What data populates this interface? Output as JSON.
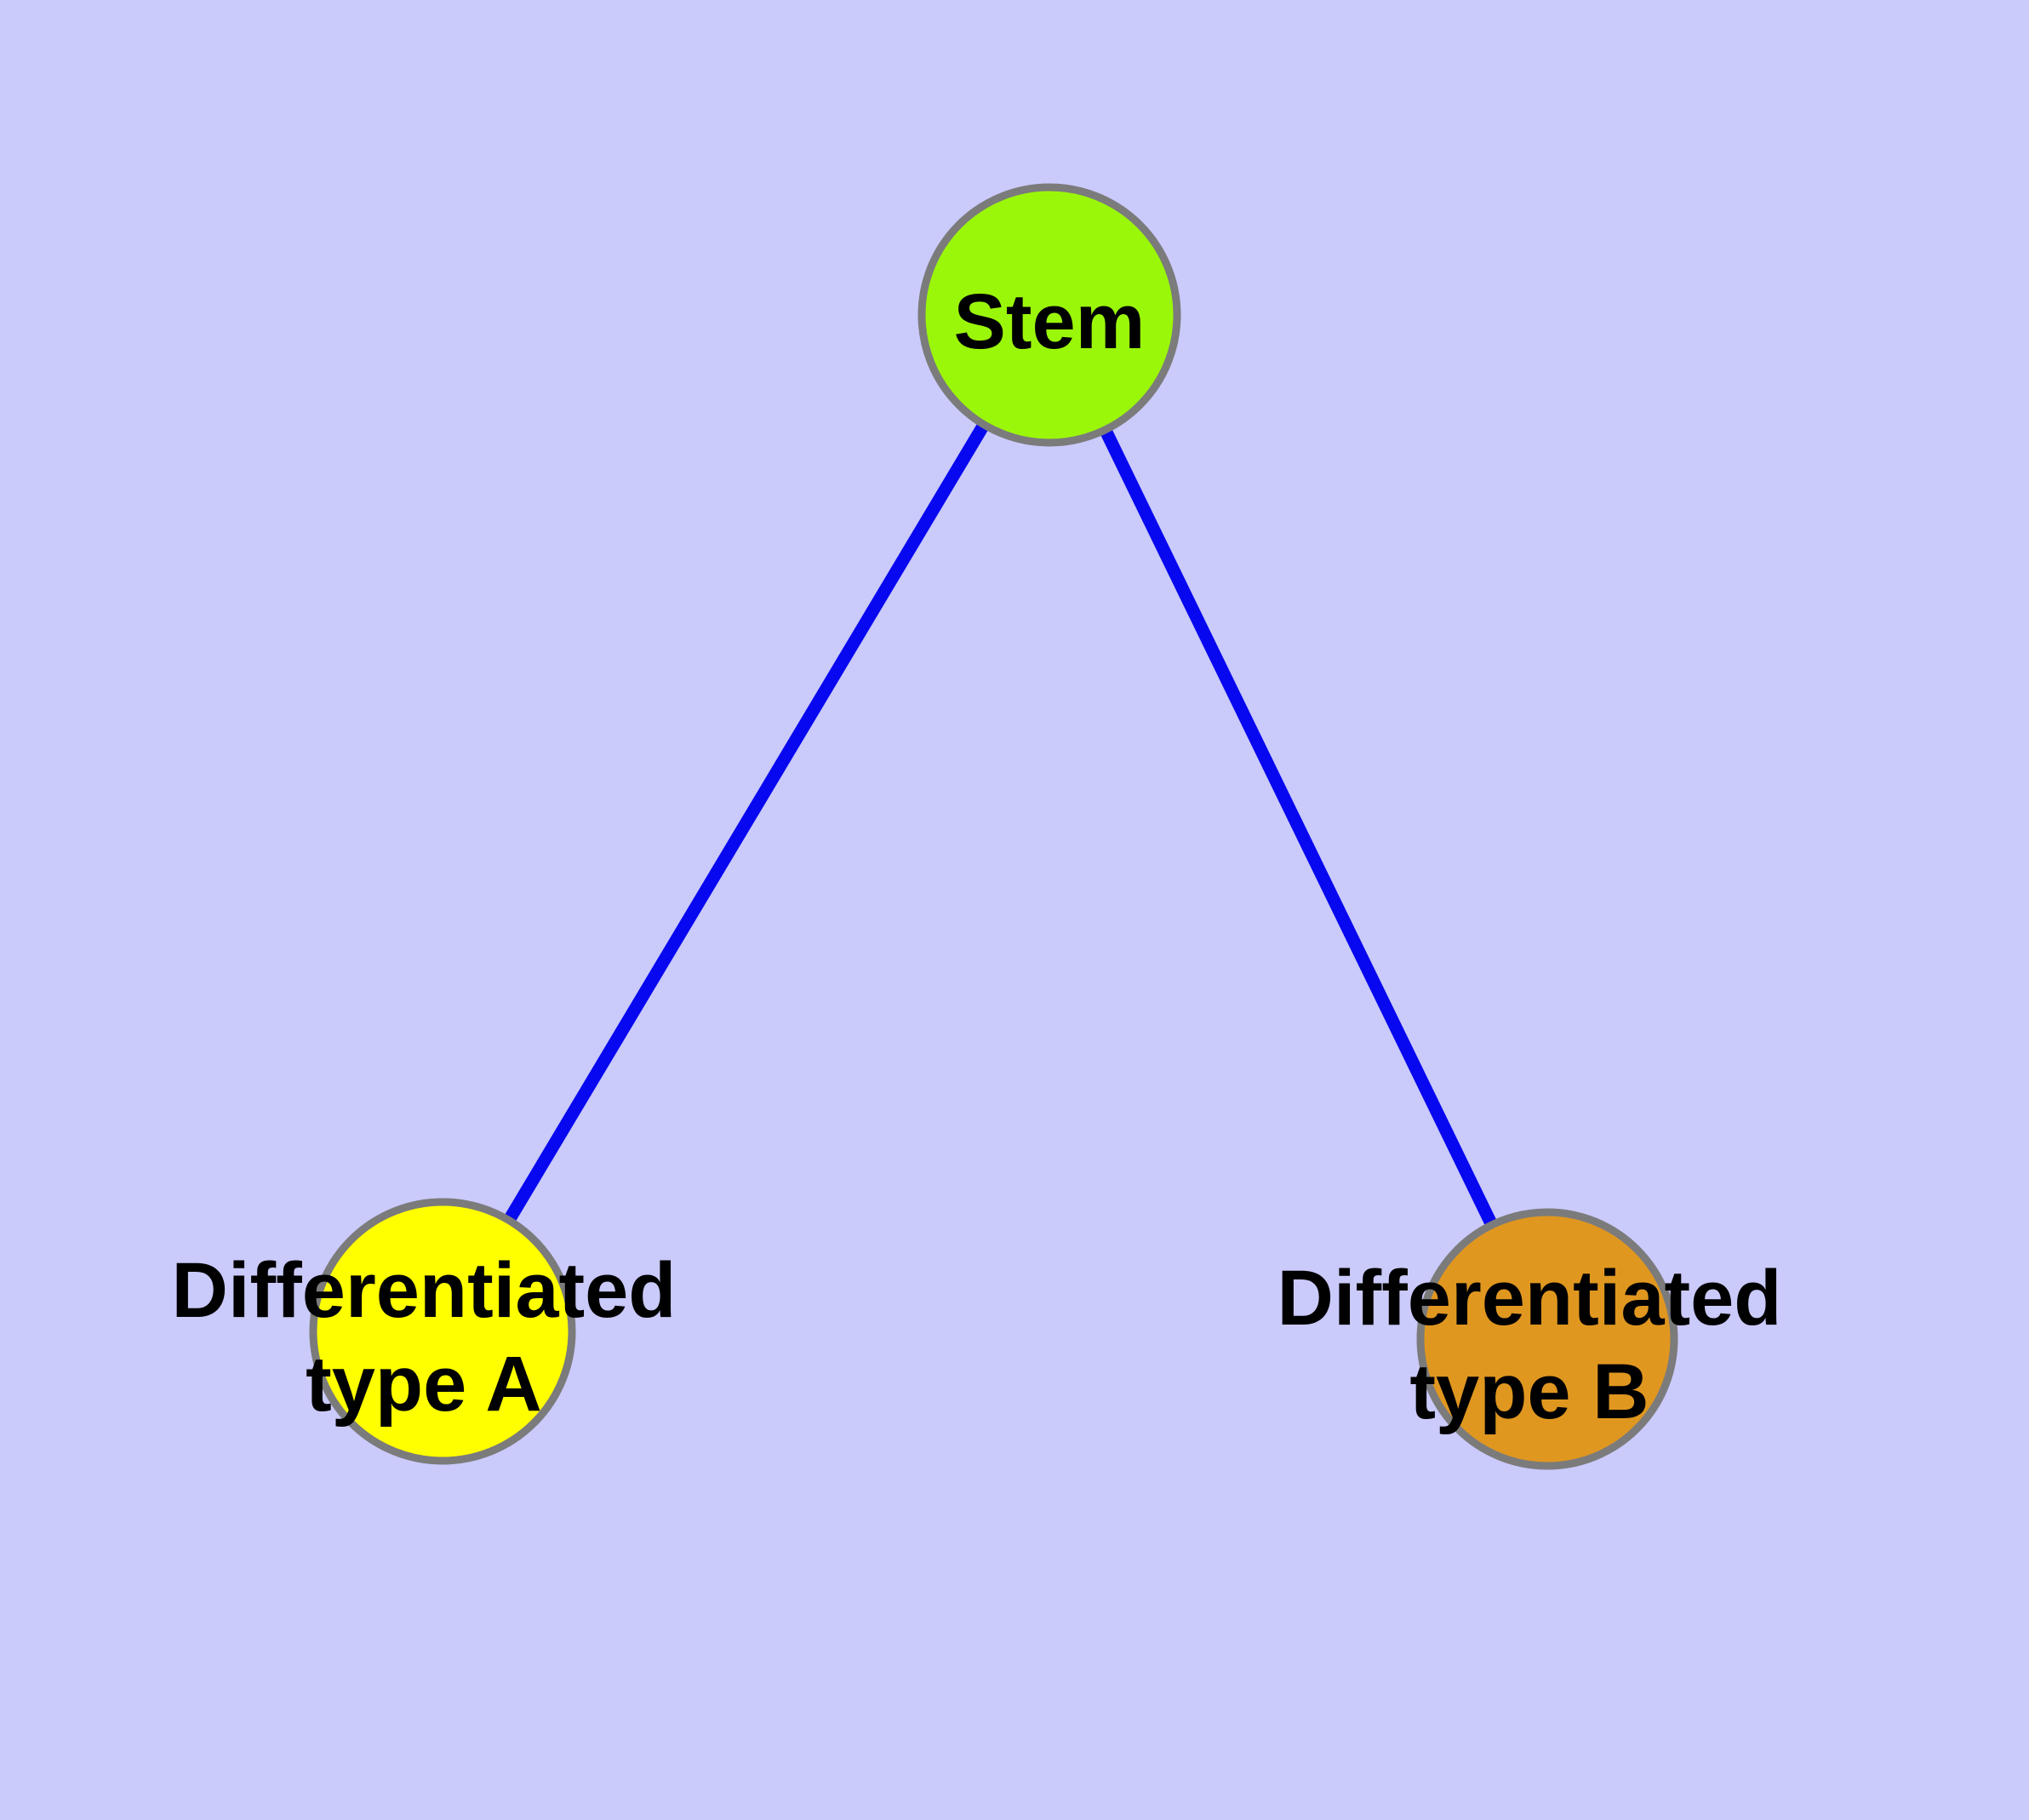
{
  "diagram": {
    "background_color": "#CACAFB",
    "edge_color": "#0707F0",
    "node_border_color": "#7B7B7B",
    "label_color": "#000000",
    "nodes": [
      {
        "id": "stem",
        "label": "Stem",
        "fill": "#9BF70A"
      },
      {
        "id": "differentiated-type-a",
        "label_line1": "Differentiated",
        "label_line2": "type A",
        "fill": "#FFFF00"
      },
      {
        "id": "differentiated-type-b",
        "label_line1": "Differentiated",
        "label_line2": "type B",
        "fill": "#E09720"
      }
    ],
    "edges": [
      {
        "from": "stem",
        "to": "differentiated-type-a"
      },
      {
        "from": "stem",
        "to": "differentiated-type-b"
      }
    ]
  }
}
